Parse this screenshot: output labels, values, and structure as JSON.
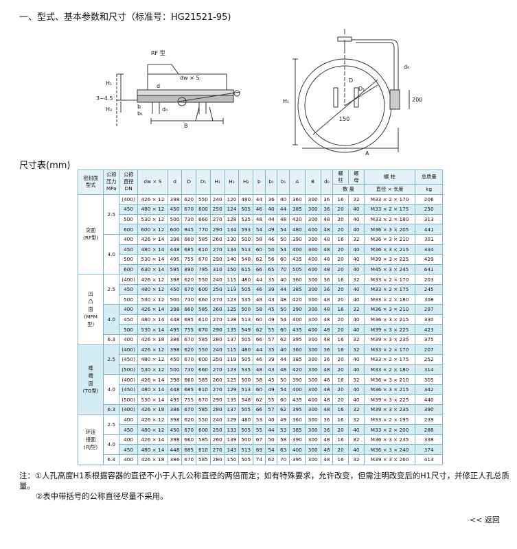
{
  "title": "一、型式、基本参数和尺寸（标准号：HG21521-95)",
  "drawing": {
    "rf_label": "RF 型",
    "dws": "dw × S",
    "h1": "H₁",
    "h2": "H₂",
    "b": "b",
    "b1": "b₁",
    "d": "d",
    "d0": "d₀",
    "range": "3~4.5",
    "B": "B",
    "H1": "H₁",
    "D": "D",
    "D1": "D₁",
    "d150": "150",
    "d200": "200",
    "A": "A"
  },
  "sizes_title": "尺寸表(mm)",
  "table": {
    "head": {
      "seal": [
        "密封面",
        "型式"
      ],
      "pn": [
        "公称",
        "压力",
        "MPa"
      ],
      "dn": [
        "公称",
        "直径",
        "DN"
      ],
      "dws": "dw × S",
      "d": "d",
      "D": "D",
      "D1": "D₁",
      "H1": "H₁",
      "H1b": "H₁",
      "H2": "H₂",
      "b": "b",
      "b1": "b₁",
      "b2": "b₁",
      "A": "A",
      "B": "B",
      "d0": "d₀",
      "bolt_top": [
        "螺",
        "柱"
      ],
      "nut_top": [
        "螺",
        "母"
      ],
      "count": "数 量",
      "stud": "螺  柱",
      "stud_sub": "直径 × 长度",
      "weight": "总质量",
      "kg": "kg"
    },
    "groups": [
      {
        "label": [
          "突面",
          "(RF型)"
        ],
        "pressures": [
          {
            "pn": "2.5",
            "rows": [
              {
                "dn": "(400)",
                "dws": "426 × 12",
                "d": "398",
                "D": "620",
                "D1": "550",
                "H1": "240",
                "H1b": "120",
                "H2": "480",
                "b": "44",
                "b1": "36",
                "b2": "40",
                "A": "360",
                "B": "300",
                "d0": "36",
                "n1": "16",
                "n2": "32",
                "stud": "M33 × 2 × 170",
                "kg": "206"
              },
              {
                "dn": "450",
                "dws": "480 × 12",
                "d": "450",
                "D": "670",
                "D1": "600",
                "H1": "250",
                "H1b": "124",
                "H2": "505",
                "b": "46",
                "b1": "40",
                "b2": "44",
                "A": "385",
                "B": "300",
                "d0": "36",
                "n1": "20",
                "n2": "40",
                "stud": "M33 × 2 × 175",
                "kg": "250"
              },
              {
                "dn": "500",
                "dws": "530 × 12",
                "d": "500",
                "D": "730",
                "D1": "660",
                "H1": "270",
                "H1b": "128",
                "H2": "535",
                "b": "48",
                "b1": "44",
                "b2": "48",
                "A": "420",
                "B": "300",
                "d0": "48",
                "n1": "20",
                "n2": "40",
                "stud": "M33 × 2 × 180",
                "kg": "313"
              },
              {
                "dn": "600",
                "dws": "600 × 12",
                "d": "600",
                "D": "845",
                "D1": "770",
                "H1": "290",
                "H1b": "134",
                "H2": "593",
                "b": "54",
                "b1": "49",
                "b2": "54",
                "A": "480",
                "B": "400",
                "d0": "48",
                "n1": "20",
                "n2": "40",
                "stud": "M36 × 3 × 205",
                "kg": "441"
              }
            ]
          },
          {
            "pn": "4.0",
            "rows": [
              {
                "dn": "400",
                "dws": "426 × 14",
                "d": "398",
                "D": "660",
                "D1": "585",
                "H1": "260",
                "H1b": "130",
                "H2": "500",
                "b": "58",
                "b1": "46",
                "b2": "50",
                "A": "390",
                "B": "300",
                "d0": "48",
                "n1": "16",
                "n2": "32",
                "stud": "M36 × 3 × 210",
                "kg": "301"
              },
              {
                "dn": "450",
                "dws": "480 × 14",
                "d": "448",
                "D": "685",
                "D1": "610",
                "H1": "270",
                "H1b": "134",
                "H2": "513",
                "b": "60",
                "b1": "50",
                "b2": "54",
                "A": "400",
                "B": "300",
                "d0": "48",
                "n1": "20",
                "n2": "40",
                "stud": "M36 × 3 × 215",
                "kg": "334"
              },
              {
                "dn": "500",
                "dws": "530 × 14",
                "d": "495",
                "D": "755",
                "D1": "670",
                "H1": "290",
                "H1b": "140",
                "H2": "548",
                "b": "62",
                "b1": "56",
                "b2": "60",
                "A": "435",
                "B": "400",
                "d0": "48",
                "n1": "20",
                "n2": "40",
                "stud": "M39 × 3 × 225",
                "kg": "429"
              },
              {
                "dn": "600",
                "dws": "630 × 14",
                "d": "595",
                "D": "890",
                "D1": "795",
                "H1": "310",
                "H1b": "150",
                "H2": "615",
                "b": "66",
                "b1": "65",
                "b2": "70",
                "A": "505",
                "B": "400",
                "d0": "48",
                "n1": "20",
                "n2": "40",
                "stud": "M45 × 3 × 245",
                "kg": "641"
              }
            ]
          }
        ]
      },
      {
        "label": [
          "凹",
          "凸",
          "面",
          "(MFM",
          "型)"
        ],
        "pressures": [
          {
            "pn": "2.5",
            "rows": [
              {
                "dn": "(400)",
                "dws": "426 × 12",
                "d": "398",
                "D": "620",
                "D1": "550",
                "H1": "240",
                "H1b": "115",
                "H2": "480",
                "b": "44",
                "b1": "35",
                "b2": "40",
                "A": "360",
                "B": "300",
                "d0": "36",
                "n1": "16",
                "n2": "32",
                "stud": "M33 × 2 × 170",
                "kg": "203"
              },
              {
                "dn": "450",
                "dws": "480 × 12",
                "d": "450",
                "D": "670",
                "D1": "600",
                "H1": "250",
                "H1b": "119",
                "H2": "505",
                "b": "46",
                "b1": "39",
                "b2": "44",
                "A": "385",
                "B": "300",
                "d0": "36",
                "n1": "20",
                "n2": "40",
                "stud": "M33 × 2 × 175",
                "kg": "245"
              },
              {
                "dn": "500",
                "dws": "530 × 12",
                "d": "500",
                "D": "730",
                "D1": "660",
                "H1": "270",
                "H1b": "123",
                "H2": "535",
                "b": "48",
                "b1": "43",
                "b2": "48",
                "A": "420",
                "B": "300",
                "d0": "48",
                "n1": "20",
                "n2": "40",
                "stud": "M33 × 2 × 180",
                "kg": "308"
              }
            ]
          },
          {
            "pn": "4.0",
            "rows": [
              {
                "dn": "400",
                "dws": "426 × 14",
                "d": "398",
                "D": "660",
                "D1": "585",
                "H1": "260",
                "H1b": "125",
                "H2": "500",
                "b": "58",
                "b1": "45",
                "b2": "50",
                "A": "390",
                "B": "300",
                "d0": "48",
                "n1": "16",
                "n2": "32",
                "stud": "M36 × 3 × 210",
                "kg": "297"
              },
              {
                "dn": "450",
                "dws": "480 × 14",
                "d": "448",
                "D": "685",
                "D1": "610",
                "H1": "270",
                "H1b": "128",
                "H2": "513",
                "b": "60",
                "b1": "49",
                "b2": "54",
                "A": "400",
                "B": "300",
                "d0": "48",
                "n1": "20",
                "n2": "40",
                "stud": "M36 × 3 × 215",
                "kg": "330"
              },
              {
                "dn": "500",
                "dws": "530 × 14",
                "d": "495",
                "D": "755",
                "D1": "670",
                "H1": "290",
                "H1b": "135",
                "H2": "549",
                "b": "62",
                "b1": "55",
                "b2": "60",
                "A": "435",
                "B": "400",
                "d0": "48",
                "n1": "20",
                "n2": "40",
                "stud": "M39 × 3 × 225",
                "kg": "423"
              }
            ]
          },
          {
            "pn": "6.3",
            "rows": [
              {
                "dn": "400",
                "dws": "426 × 18",
                "d": "386",
                "D": "670",
                "D1": "585",
                "H1": "280",
                "H1b": "137",
                "H2": "505",
                "b": "66",
                "b1": "57",
                "b2": "62",
                "A": "395",
                "B": "300",
                "d0": "48",
                "n1": "16",
                "n2": "32",
                "stud": "M39 × 3 × 235",
                "kg": "375"
              }
            ]
          }
        ]
      },
      {
        "label": [
          "榫",
          "槽",
          "面",
          "(TG型)"
        ],
        "pressures": [
          {
            "pn": "2.5",
            "rows": [
              {
                "dn": "(400)",
                "dws": "426 × 12",
                "d": "398",
                "D": "620",
                "D1": "550",
                "H1": "240",
                "H1b": "115",
                "H2": "480",
                "b": "44",
                "b1": "35",
                "b2": "40",
                "A": "360",
                "B": "300",
                "d0": "36",
                "n1": "16",
                "n2": "32",
                "stud": "M33 × 2 × 170",
                "kg": "207"
              },
              {
                "dn": "(450)",
                "dws": "480 × 12",
                "d": "450",
                "D": "670",
                "D1": "600",
                "H1": "250",
                "H1b": "119",
                "H2": "505",
                "b": "46",
                "b1": "39",
                "b2": "44",
                "A": "385",
                "B": "300",
                "d0": "36",
                "n1": "20",
                "n2": "40",
                "stud": "M33 × 2 × 175",
                "kg": "252"
              },
              {
                "dn": "(500)",
                "dws": "530 × 12",
                "d": "500",
                "D": "730",
                "D1": "660",
                "H1": "270",
                "H1b": "123",
                "H2": "535",
                "b": "48",
                "b1": "43",
                "b2": "48",
                "A": "420",
                "B": "300",
                "d0": "48",
                "n1": "20",
                "n2": "40",
                "stud": "M33 × 2 × 180",
                "kg": "314"
              }
            ]
          },
          {
            "pn": "4.0",
            "rows": [
              {
                "dn": "(400)",
                "dws": "426 × 14",
                "d": "398",
                "D": "660",
                "D1": "585",
                "H1": "260",
                "H1b": "125",
                "H2": "500",
                "b": "58",
                "b1": "45",
                "b2": "50",
                "A": "390",
                "B": "300",
                "d0": "48",
                "n1": "16",
                "n2": "32",
                "stud": "M36 × 3 × 210",
                "kg": "305"
              },
              {
                "dn": "(450)",
                "dws": "480 × 14",
                "d": "448",
                "D": "685",
                "D1": "610",
                "H1": "270",
                "H1b": "129",
                "H2": "513",
                "b": "60",
                "b1": "49",
                "b2": "54",
                "A": "400",
                "B": "300",
                "d0": "48",
                "n1": "20",
                "n2": "40",
                "stud": "M36 × 3 × 215",
                "kg": "342"
              },
              {
                "dn": "(500)",
                "dws": "530 × 14",
                "d": "495",
                "D": "755",
                "D1": "670",
                "H1": "290",
                "H1b": "135",
                "H2": "548",
                "b": "62",
                "b1": "55",
                "b2": "60",
                "A": "435",
                "B": "400",
                "d0": "48",
                "n1": "20",
                "n2": "40",
                "stud": "M39 × 3 × 225",
                "kg": "440"
              }
            ]
          },
          {
            "pn": "6.3",
            "rows": [
              {
                "dn": "(400)",
                "dws": "426 × 18",
                "d": "386",
                "D": "670",
                "D1": "585",
                "H1": "280",
                "H1b": "137",
                "H2": "505",
                "b": "66",
                "b1": "57",
                "b2": "62",
                "A": "395",
                "B": "300",
                "d0": "48",
                "n1": "16",
                "n2": "32",
                "stud": "M39 × 3 × 235",
                "kg": "390"
              }
            ]
          }
        ]
      },
      {
        "label": [
          "环连",
          "接面",
          "(RJ型)"
        ],
        "pressures": [
          {
            "pn": "2.5",
            "rows": [
              {
                "dn": "400",
                "dws": "426 × 12",
                "d": "398",
                "D": "620",
                "D1": "550",
                "H1": "240",
                "H1b": "129",
                "H2": "480",
                "b": "53",
                "b1": "40",
                "b2": "49",
                "A": "360",
                "B": "300",
                "d0": "36",
                "n1": "16",
                "n2": "32",
                "stud": "M33 × 2 × 195",
                "kg": "239"
              },
              {
                "dn": "450",
                "dws": "480 × 12",
                "d": "450",
                "D": "670",
                "D1": "600",
                "H1": "250",
                "H1b": "133",
                "H2": "505",
                "b": "55",
                "b1": "44",
                "b2": "53",
                "A": "385",
                "B": "300",
                "d0": "36",
                "n1": "20",
                "n2": "40",
                "stud": "M33 × 2 × 200",
                "kg": "288"
              }
            ]
          },
          {
            "pn": "4.0",
            "rows": [
              {
                "dn": "400",
                "dws": "426 × 14",
                "d": "398",
                "D": "660",
                "D1": "585",
                "H1": "260",
                "H1b": "139",
                "H2": "500",
                "b": "67",
                "b1": "50",
                "b2": "58",
                "A": "390",
                "B": "300",
                "d0": "48",
                "n1": "16",
                "n2": "32",
                "stud": "M36 × 3 × 235",
                "kg": "338"
              },
              {
                "dn": "450",
                "dws": "480 × 14",
                "d": "448",
                "D": "685",
                "D1": "610",
                "H1": "270",
                "H1b": "143",
                "H2": "513",
                "b": "69",
                "b1": "54",
                "b2": "63",
                "A": "400",
                "B": "300",
                "d0": "48",
                "n1": "20",
                "n2": "40",
                "stud": "M36 × 3 × 240",
                "kg": "374"
              }
            ]
          },
          {
            "pn": "6.3",
            "rows": [
              {
                "dn": "400",
                "dws": "426 × 18",
                "d": "386",
                "D": "670",
                "D1": "585",
                "H1": "280",
                "H1b": "150",
                "H2": "505",
                "b": "74",
                "b1": "62",
                "b2": "70",
                "A": "395",
                "B": "300",
                "d0": "48",
                "n1": "16",
                "n2": "32",
                "stud": "M39 × 3 × 260",
                "kg": "413"
              }
            ]
          }
        ]
      }
    ]
  },
  "notes": [
    "注：①人孔高度H1系根据容器的直径不小于人孔公称直径的两倍而定；如有特殊要求，允许改变，但需注明改变后的H1尺寸，并修正人孔总质量。",
    "②表中带括号的公称直径尽量不采用。"
  ],
  "back_link": "<< 返回"
}
